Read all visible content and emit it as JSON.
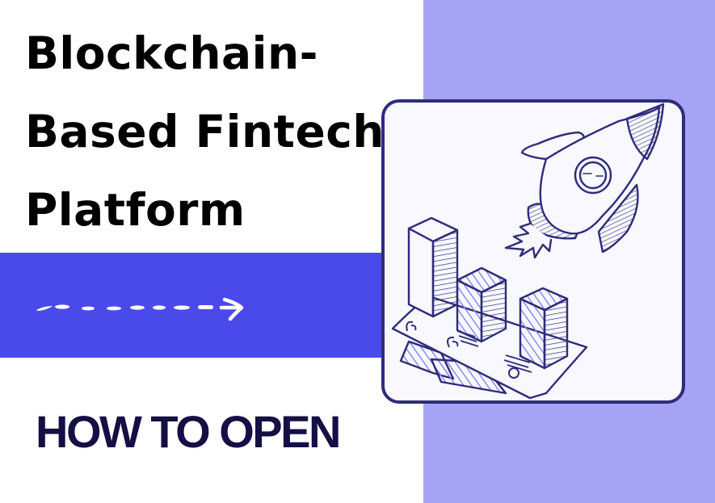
{
  "hero": {
    "title_lines": [
      "Blockchain-",
      "Based Fintech",
      "Platform"
    ],
    "subtitle": "HOW TO OPEN"
  },
  "band": {
    "icon": "dashed-arrow-right-icon"
  },
  "illustration": {
    "icons": [
      "rocket-icon",
      "bar-chart-3d-icon",
      "paper-documents-icon"
    ]
  },
  "colors": {
    "background": "#FFFFFF",
    "right_panel": "#A6A3F5",
    "band": "#4A4AEB",
    "card_border": "#2E2C7A",
    "card_fill": "#F8F8FE",
    "title": "#000000",
    "subtitle": "#140F45",
    "line_art": "#2E2C7A",
    "hatch_accent": "#8C8AF2"
  }
}
